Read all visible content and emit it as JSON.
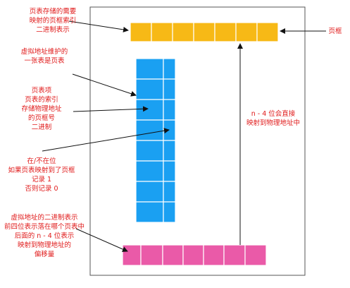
{
  "labels": {
    "page_table_storage": [
      "页表存储的需要",
      "映射的页框索引",
      "二进制表示"
    ],
    "page_frame": "页框",
    "virtual_addr_table": [
      "虚拟地址维护的",
      "一张表是页表"
    ],
    "page_table_entry": [
      "页表项",
      "页表的索引",
      "存储物理地址",
      "的页框号",
      "二进制"
    ],
    "present_bit": [
      "在/不在位",
      "如果页表映射到了页框",
      "记录 1",
      "否则记录 0"
    ],
    "direct_map": [
      "n - 4 位会直接",
      "映射到物理地址中"
    ],
    "virtual_addr_binary": [
      "虚拟地址的二进制表示",
      "前四位表示落在哪个页表中",
      "后面的 n - 4 位表示",
      "映射到物理地址的",
      "偏移量"
    ]
  },
  "colors": {
    "text": "#e01a1a",
    "page_frame_fill": "#f7b916",
    "page_table_fill": "#1aa0f2",
    "virtual_addr_fill": "#ea5aa8",
    "cell_border": "#ffffff",
    "frame_border": "#555555",
    "arrow": "#111111"
  }
}
